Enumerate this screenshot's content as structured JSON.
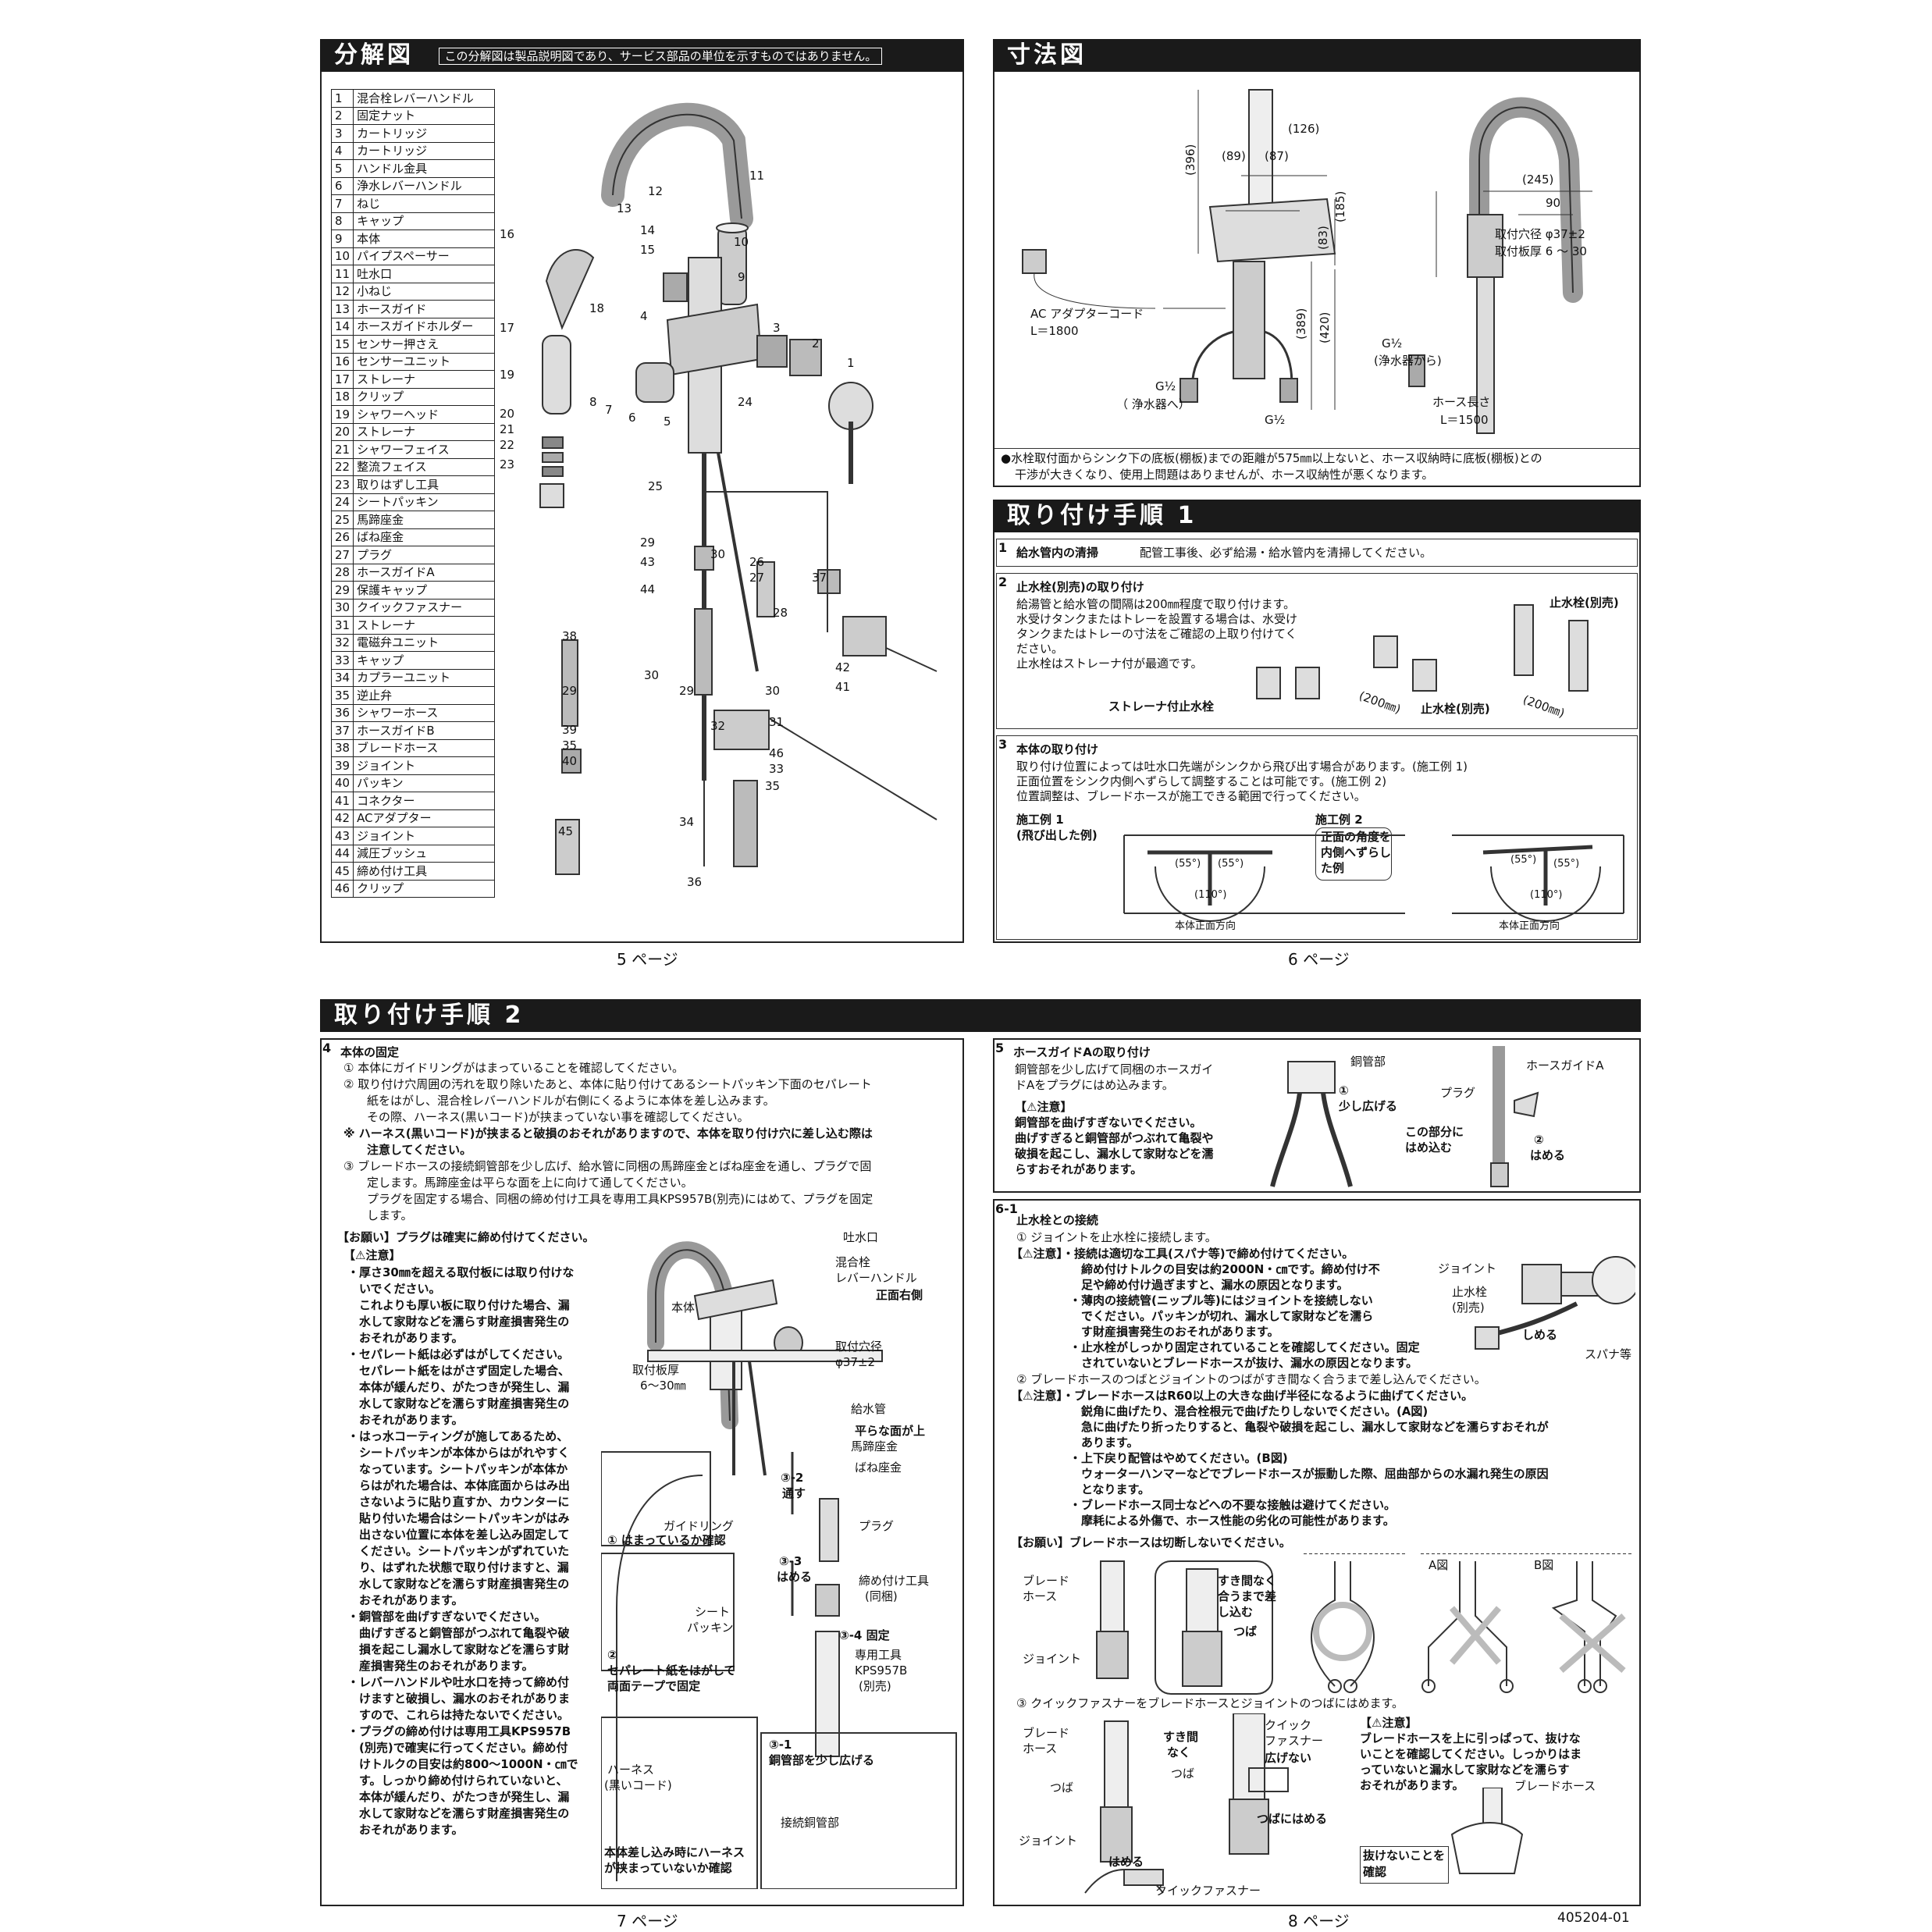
{
  "exploded": {
    "title": "分解図",
    "note": "この分解図は製品説明図であり、サービス部品の単位を示すものではありません。",
    "page": "5 ページ",
    "parts": [
      {
        "n": "1",
        "label": "混合栓レバーハンドル"
      },
      {
        "n": "2",
        "label": "固定ナット"
      },
      {
        "n": "3",
        "label": "カートリッジ"
      },
      {
        "n": "4",
        "label": "カートリッジ"
      },
      {
        "n": "5",
        "label": "ハンドル金具"
      },
      {
        "n": "6",
        "label": "浄水レバーハンドル"
      },
      {
        "n": "7",
        "label": "ねじ"
      },
      {
        "n": "8",
        "label": "キャップ"
      },
      {
        "n": "9",
        "label": "本体"
      },
      {
        "n": "10",
        "label": "パイプスペーサー"
      },
      {
        "n": "11",
        "label": "吐水口"
      },
      {
        "n": "12",
        "label": "小ねじ"
      },
      {
        "n": "13",
        "label": "ホースガイド"
      },
      {
        "n": "14",
        "label": "ホースガイドホルダー"
      },
      {
        "n": "15",
        "label": "センサー押さえ"
      },
      {
        "n": "16",
        "label": "センサーユニット"
      },
      {
        "n": "17",
        "label": "ストレーナ"
      },
      {
        "n": "18",
        "label": "クリップ"
      },
      {
        "n": "19",
        "label": "シャワーヘッド"
      },
      {
        "n": "20",
        "label": "ストレーナ"
      },
      {
        "n": "21",
        "label": "シャワーフェイス"
      },
      {
        "n": "22",
        "label": "整流フェイス"
      },
      {
        "n": "23",
        "label": "取りはずし工具"
      },
      {
        "n": "24",
        "label": "シートパッキン"
      },
      {
        "n": "25",
        "label": "馬蹄座金"
      },
      {
        "n": "26",
        "label": "ばね座金"
      },
      {
        "n": "27",
        "label": "プラグ"
      },
      {
        "n": "28",
        "label": "ホースガイドA"
      },
      {
        "n": "29",
        "label": "保護キャップ"
      },
      {
        "n": "30",
        "label": "クイックファスナー"
      },
      {
        "n": "31",
        "label": "ストレーナ"
      },
      {
        "n": "32",
        "label": "電磁弁ユニット"
      },
      {
        "n": "33",
        "label": "キャップ"
      },
      {
        "n": "34",
        "label": "カプラーユニット"
      },
      {
        "n": "35",
        "label": "逆止弁"
      },
      {
        "n": "36",
        "label": "シャワーホース"
      },
      {
        "n": "37",
        "label": "ホースガイドB"
      },
      {
        "n": "38",
        "label": "ブレードホース"
      },
      {
        "n": "39",
        "label": "ジョイント"
      },
      {
        "n": "40",
        "label": "パッキン"
      },
      {
        "n": "41",
        "label": "コネクター"
      },
      {
        "n": "42",
        "label": "ACアダプター"
      },
      {
        "n": "43",
        "label": "ジョイント"
      },
      {
        "n": "44",
        "label": "減圧ブッシュ"
      },
      {
        "n": "45",
        "label": "締め付け工具"
      },
      {
        "n": "46",
        "label": "クリップ"
      }
    ],
    "callouts": [
      "11",
      "12",
      "13",
      "14",
      "15",
      "16",
      "10",
      "9",
      "17",
      "18",
      "4",
      "3",
      "2",
      "1",
      "19",
      "8",
      "7",
      "6",
      "5",
      "24",
      "20",
      "21",
      "22",
      "23",
      "25",
      "29",
      "43",
      "30",
      "26",
      "27",
      "37",
      "44",
      "28",
      "42",
      "38",
      "29",
      "30",
      "29",
      "30",
      "41",
      "31",
      "32",
      "39",
      "35",
      "46",
      "40",
      "33",
      "35",
      "45",
      "34",
      "36"
    ]
  },
  "dimensions": {
    "title": "寸法図",
    "page": "6 ページ",
    "labels": {
      "d396": "(396)",
      "d126": "(126)",
      "d89": "(89)",
      "d87": "(87)",
      "d185": "(185)",
      "d83": "(83)",
      "d389": "(389)",
      "d420": "(420)",
      "d245": "(245)",
      "d90": "90",
      "hole1": "取付穴径 φ37±2",
      "hole2": "取付板厚 6 ～ 30",
      "ac1": "AC アダプターコード",
      "ac2": "L＝1800",
      "g1": "G½",
      "g1b": "（ 浄水器へ）",
      "g2": "G½",
      "g3": "G½",
      "g3b": "(浄水器から)",
      "hose1": "ホース長さ",
      "hose2": "L＝1500"
    },
    "warning1": "●水栓取付面からシンク下の底板(棚板)までの距離が575㎜以上ないと、ホース収納時に底板(棚板)との",
    "warning2": "干渉が大きくなり、使用上問題はありませんが、ホース収納性が悪くなります。"
  },
  "install1": {
    "title": "取り付け手順 1",
    "page": "6 ページ",
    "s1": {
      "num": "1",
      "head": "給水管内の清掃",
      "text": "配管工事後、必ず給湯・給水管内を清掃してください。"
    },
    "s2": {
      "num": "2",
      "head": "止水栓(別売)の取り付け",
      "lines": [
        "給湯管と給水管の間隔は200㎜程度で取り付けます。",
        "水受けタンクまたはトレーを設置する場合は、水受け",
        "タンクまたはトレーの寸法をご確認の上取り付けてく",
        "ださい。",
        "止水栓はストレーナ付が最適です。"
      ],
      "lab1": "ストレーナ付止水栓",
      "lab2": "(200㎜)",
      "lab3": "止水栓(別売)",
      "lab4": "止水栓(別売)",
      "lab5": "(200㎜)"
    },
    "s3": {
      "num": "3",
      "head": "本体の取り付け",
      "lines": [
        "取り付け位置によっては吐水口先端がシンクから飛び出す場合があります。(施工例 1)",
        "正面位置をシンク内側へずらして調整することは可能です。(施工例 2)",
        "位置調整は、ブレードホースが施工できる範囲で行ってください。"
      ],
      "ex1a": "施工例 1",
      "ex1b": "(飛び出した例)",
      "ex2a": "施工例 2",
      "ex2b": "正面の角度を",
      "ex2c": "内側へずらし",
      "ex2d": "た例",
      "a55": "(55°)",
      "a110": "(110°)",
      "front": "本体正面方向"
    }
  },
  "install2": {
    "title": "取り付け手順 2",
    "page7": "7 ページ",
    "page8": "8 ページ",
    "docid": "405204-01",
    "s4": {
      "num": "4",
      "head": "本体の固定",
      "lines": [
        "① 本体にガイドリングがはまっていることを確認してください。",
        "② 取り付け穴周囲の汚れを取り除いたあと、本体に貼り付けてあるシートパッキン下面のセパレート",
        "　　紙をはがし、混合栓レバーハンドルが右側にくるように本体を差し込みます。",
        "　　その際、ハーネス(黒いコード)が挟まっていない事を確認してください。",
        "※ ハーネス(黒いコード)が挟まると破損のおそれがありますので、本体を取り付け穴に差し込む際は",
        "　　注意してください。",
        "③ ブレードホースの接続銅管部を少し広げ、給水管に同梱の馬蹄座金とばね座金を通し、プラグで固",
        "　　定します。馬蹄座金は平らな面を上に向けて通してください。",
        "　　プラグを固定する場合、同梱の締め付け工具を専用工具KPS957B(別売)にはめて、プラグを固定",
        "　　します。"
      ],
      "onegai": "【お願い】プラグは確実に締め付けてください。",
      "chui": "【⚠注意】",
      "notes": [
        "・厚さ30㎜を超える取付板には取り付けな",
        "　いでください。",
        "　これよりも厚い板に取り付けた場合、漏",
        "　水して家財などを濡らす財産損害発生の",
        "　おそれがあります。",
        "・セパレート紙は必ずはがしてください。",
        "　セパレート紙をはがさず固定した場合、",
        "　本体が緩んだり、がたつきが発生し、漏",
        "　水して家財などを濡らす財産損害発生の",
        "　おそれがあります。",
        "・はっ水コーティングが施してあるため、",
        "　シートパッキンが本体からはがれやすく",
        "　なっています。シートパッキンが本体か",
        "　らはがれた場合は、本体底面からはみ出",
        "　さないように貼り直すか、カウンターに",
        "　貼り付いた場合はシートパッキンがはみ",
        "　出さない位置に本体を差し込み固定して",
        "　ください。シートパッキンがずれていた",
        "　り、はずれた状態で取り付けますと、漏",
        "　水して家財などを濡らす財産損害発生の",
        "　おそれがあります。",
        "・銅管部を曲げすぎないでください。",
        "　曲げすぎると銅管部がつぶれて亀裂や破",
        "　損を起こし漏水して家財などを濡らす財",
        "　産損害発生のおそれがあります。",
        "・レバーハンドルや吐水口を持って締め付",
        "　けますと破損し、漏水のおそれがありま",
        "　すので、これらは持たないでください。",
        "・プラグの締め付けは専用工具KPS957B",
        "　(別売)で確実に行ってください。締め付",
        "　けトルクの目安は約800～1000N・㎝で",
        "　す。しっかり締め付けられていないと、",
        "　本体が緩んだり、がたつきが発生し、漏",
        "　水して家財などを濡らす財産損害発生の",
        "　おそれがあります。"
      ],
      "fig": {
        "toshuikou": "吐水口",
        "lever1": "混合栓",
        "lever2": "レバーハンドル",
        "front": "正面右側",
        "body": "本体",
        "hole1": "取付穴径",
        "hole2": "φ37±2",
        "thick1": "取付板厚",
        "thick2": "6～30㎜",
        "kyusui": "給水管",
        "flat": "平らな面が上",
        "batei": "馬蹄座金",
        "bane": "ばね座金",
        "s32a": "③-2",
        "s32b": "通す",
        "plug": "プラグ",
        "s33a": "③-3",
        "s33b": "はめる",
        "tool1": "締め付け工具",
        "tool2": "(同梱)",
        "s34": "③-4 固定",
        "sp1": "専用工具",
        "sp2": "KPS957B",
        "sp3": "(別売)",
        "guide": "ガイドリング",
        "c1": "① はまっているか確認",
        "sheet1": "シート",
        "sheet2": "パッキン",
        "c2a": "②",
        "c2b": "セパレート紙をはがして",
        "c2c": "両面テープで固定",
        "harness1": "ハーネス",
        "harness2": "(黒いコード)",
        "c31a": "③-1",
        "c31b": "銅管部を少し広げる",
        "conn": "接続銅管部",
        "check1": "本体差し込み時にハーネス",
        "check2": "が挟まっていないか確認"
      }
    },
    "s5": {
      "num": "5",
      "head": "ホースガイドAの取り付け",
      "lines": [
        "銅管部を少し広げて同梱のホースガイ",
        "ドAをプラグにはめ込みます。"
      ],
      "chui": "【⚠注意】",
      "notes": [
        "銅管部を曲げすぎないでください。",
        "曲げすぎると銅管部がつぶれて亀裂や",
        "破損を起こし、漏水して家財などを濡",
        "らすおそれがあります。"
      ],
      "douken": "銅管部",
      "h1": "①",
      "h2": "少し広げる",
      "guideA": "ホースガイドA",
      "plug": "プラグ",
      "part1": "この部分に",
      "part2": "はめ込む",
      "h3": "②",
      "h4": "はめる"
    },
    "s6": {
      "num": "6-1",
      "head": "止水栓との接続",
      "l1": "① ジョイントを止水栓に接続します。",
      "c1": [
        "【⚠注意】・接続は適切な工具(スパナ等)で締め付けてください。",
        "　　　　　　締め付けトルクの目安は約2000N・㎝です。締め付け不",
        "　　　　　　足や締め付け過ぎますと、漏水の原因となります。",
        "　　　　　・薄肉の接続管(ニップル等)にはジョイントを接続しない",
        "　　　　　　でください。パッキンが切れ、漏水して家財などを濡ら",
        "　　　　　　す財産損害発生のおそれがあります。",
        "　　　　　・止水栓がしっかり固定されていることを確認してください。固定",
        "　　　　　　されていないとブレードホースが抜け、漏水の原因となります。"
      ],
      "joint": "ジョイント",
      "stop1": "止水栓",
      "stop2": "(別売)",
      "shimeru": "しめる",
      "spana": "スパナ等",
      "l2": "② ブレードホースのつばとジョイントのつばがすき間なく合うまで差し込んでください。",
      "c2": [
        "【⚠注意】・ブレードホースはR60以上の大きな曲げ半径になるように曲げてください。",
        "　　　　　　鋭角に曲げたり、混合栓根元で曲げたりしないでください。(A図)",
        "　　　　　　急に曲げたり折ったりすると、亀裂や破損を起こし、漏水して家財などを濡らすおそれが",
        "　　　　　　あります。",
        "　　　　　・上下戻り配管はやめてください。(B図)",
        "　　　　　　ウォーターハンマーなどでブレードホースが振動した際、屈曲部からの水漏れ発生の原因",
        "　　　　　　となります。",
        "　　　　　・ブレードホース同士などへの不要な接触は避けてください。",
        "　　　　　　摩耗による外傷で、ホース性能の劣化の可能性があります。"
      ],
      "onegai": "【お願い】ブレードホースは切断しないでください。",
      "blade1": "ブレード",
      "blade2": "ホース",
      "sk1": "すき間なく",
      "sk2": "合うまで差",
      "sk3": "し込む",
      "tsuba": "つば",
      "joint2": "ジョイント",
      "figA": "A図",
      "figB": "B図",
      "ok": "○",
      "ng1": "×",
      "ng2": "×",
      "l3": "③ クイックファスナーをブレードホースとジョイントのつばにはめます。",
      "b1": "ブレード",
      "b2": "ホース",
      "skm1": "すき間",
      "skm2": "なく",
      "qf1": "クイック",
      "qf2": "ファスナー",
      "hirogenai": "広げない",
      "tsuba2": "つば",
      "tsuba3": "つば",
      "hameru": "はめる",
      "tsubanihameru": "つばにはめる",
      "joint3": "ジョイント",
      "qf3": "クイックファスナー",
      "c3": [
        "【⚠注意】",
        "ブレードホースを上に引っぱって、抜けな",
        "いことを確認してください。しっかりはま",
        "っていないと漏水して家財などを濡らす",
        "おそれがあります。"
      ],
      "bladehose": "ブレードホース",
      "check1": "抜けないことを",
      "check2": "確認"
    }
  }
}
